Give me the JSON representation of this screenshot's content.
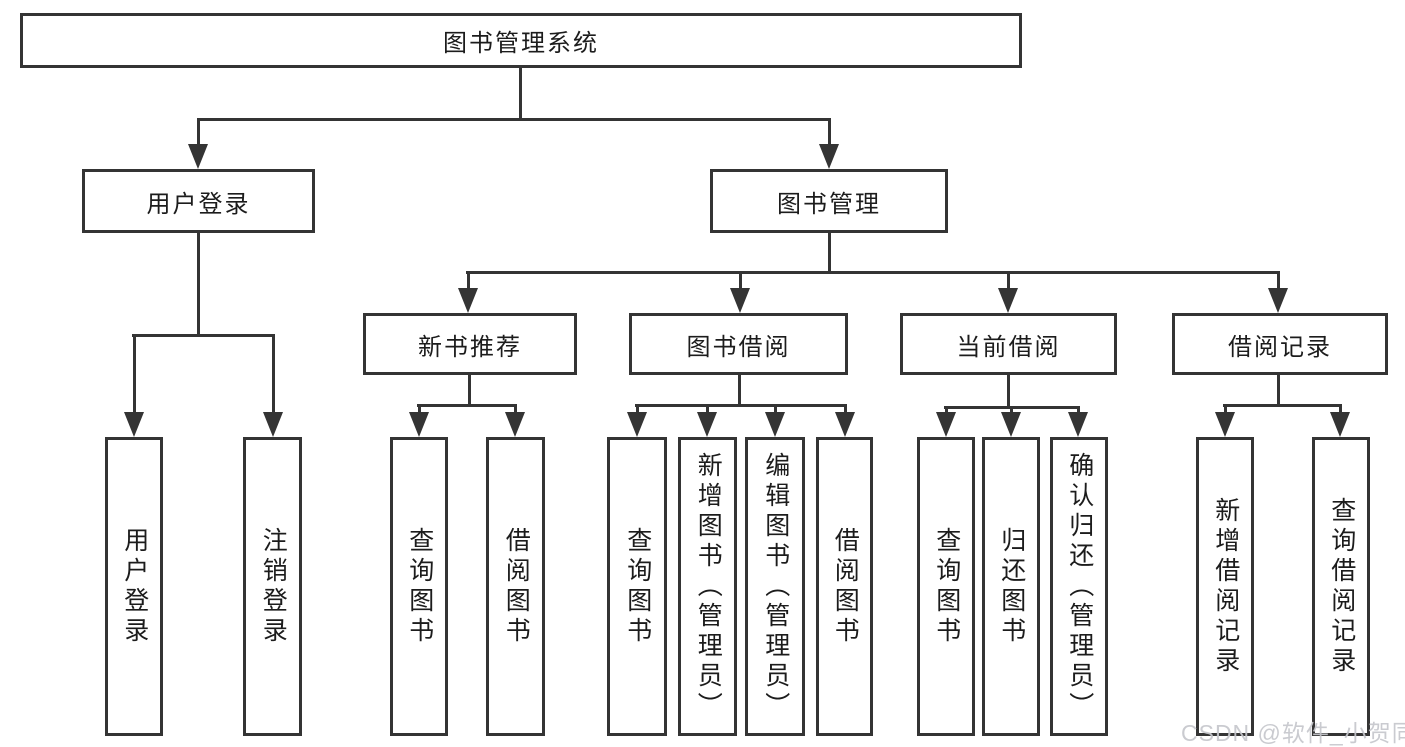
{
  "diagram": {
    "colors": {
      "line": "#343434",
      "text": "#1c1c1c",
      "background": "#ffffff",
      "watermark": "#c6c7cc"
    },
    "watermark": "CSDN @软件_小贺同学",
    "tree": {
      "root": {
        "label": "图书管理系统",
        "children": [
          {
            "label": "用户登录",
            "children": [
              {
                "label": "用户登录"
              },
              {
                "label": "注销登录"
              }
            ]
          },
          {
            "label": "图书管理",
            "children": [
              {
                "label": "新书推荐",
                "children": [
                  {
                    "label": "查询图书"
                  },
                  {
                    "label": "借阅图书"
                  }
                ]
              },
              {
                "label": "图书借阅",
                "children": [
                  {
                    "label": "查询图书"
                  },
                  {
                    "label": "新增图书（管理员）"
                  },
                  {
                    "label": "编辑图书（管理员）"
                  },
                  {
                    "label": "借阅图书"
                  }
                ]
              },
              {
                "label": "当前借阅",
                "children": [
                  {
                    "label": "查询图书"
                  },
                  {
                    "label": "归还图书"
                  },
                  {
                    "label": "确认归还（管理员）"
                  }
                ]
              },
              {
                "label": "借阅记录",
                "children": [
                  {
                    "label": "新增借阅记录"
                  },
                  {
                    "label": "查询借阅记录"
                  }
                ]
              }
            ]
          }
        ]
      }
    }
  }
}
